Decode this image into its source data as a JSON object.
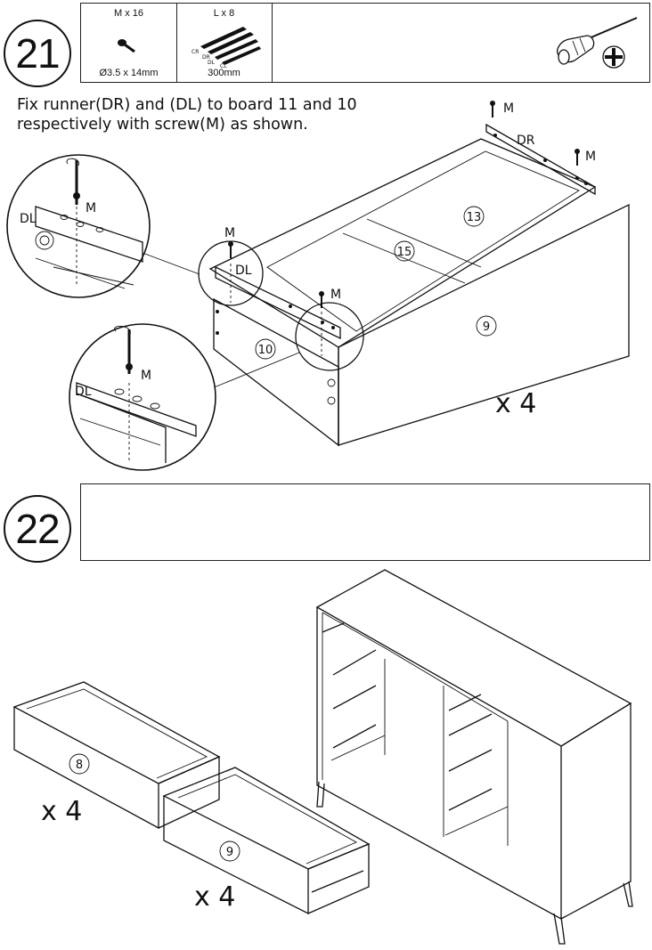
{
  "step21": {
    "number": "21",
    "parts": [
      {
        "code_qty": "M x 16",
        "spec": "Ø3.5 x 14mm",
        "icon": "screw-icon"
      },
      {
        "code_qty": "L x 8",
        "spec": "300mm",
        "icon": "runner-rails-icon"
      }
    ],
    "rail_labels": {
      "cr": "CR",
      "dr": "DR",
      "dl": "DL",
      "cl": "CL"
    },
    "tool_icon": "phillips-screwdriver-icon",
    "instruction_line1": "Fix runner(DR) and (DL) to board 11 and 10",
    "instruction_line2": "respectively with screw(M) as shown.",
    "labels": {
      "screw": "M",
      "runner_right": "DR",
      "runner_left": "DL"
    },
    "boards": {
      "b13": "13",
      "b15": "15",
      "b9": "9",
      "b10": "10"
    },
    "multiplier": "x 4"
  },
  "step22": {
    "number": "22",
    "boards": {
      "b8": "8",
      "b9": "9"
    },
    "multiplier_a": "x 4",
    "multiplier_b": "x 4"
  }
}
